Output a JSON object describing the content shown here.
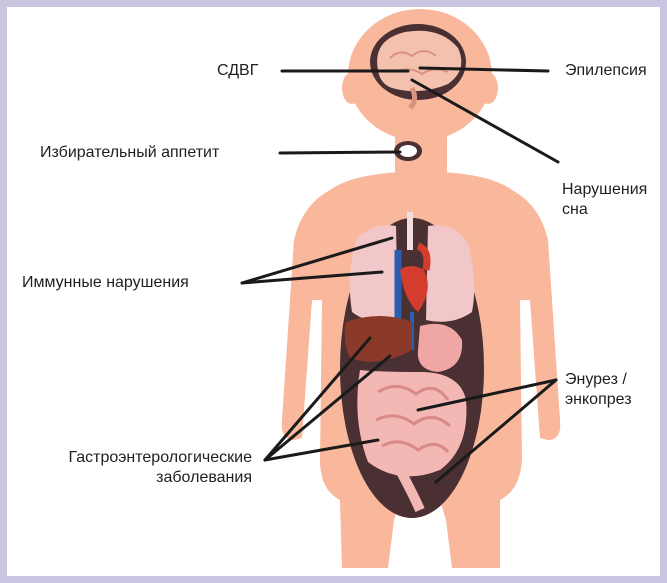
{
  "labels": {
    "adhd": "СДВГ",
    "epilepsy": "Эпилепсия",
    "sleep_disorders": "Нарушения\nсна",
    "selective_appetite": "Избирательный аппетит",
    "immune_disorders": "Иммунные нарушения",
    "enuresis": "Энурез /\nэнкопрез",
    "gastro": "Гастроэнтерологические\nзаболевания"
  },
  "colors": {
    "border": "#c9c6e2",
    "skin": "#f9b79b",
    "cavity": "#4a2f33",
    "brain": "#f3c1ad",
    "lungs": "#f2c7c9",
    "liver": "#8b3a2a",
    "stomach": "#f0a6a4",
    "intestine": "#f3b7b4",
    "heart": "#d43d2e",
    "vessels_blue": "#2a5fb0",
    "line": "#1a1a1a"
  }
}
